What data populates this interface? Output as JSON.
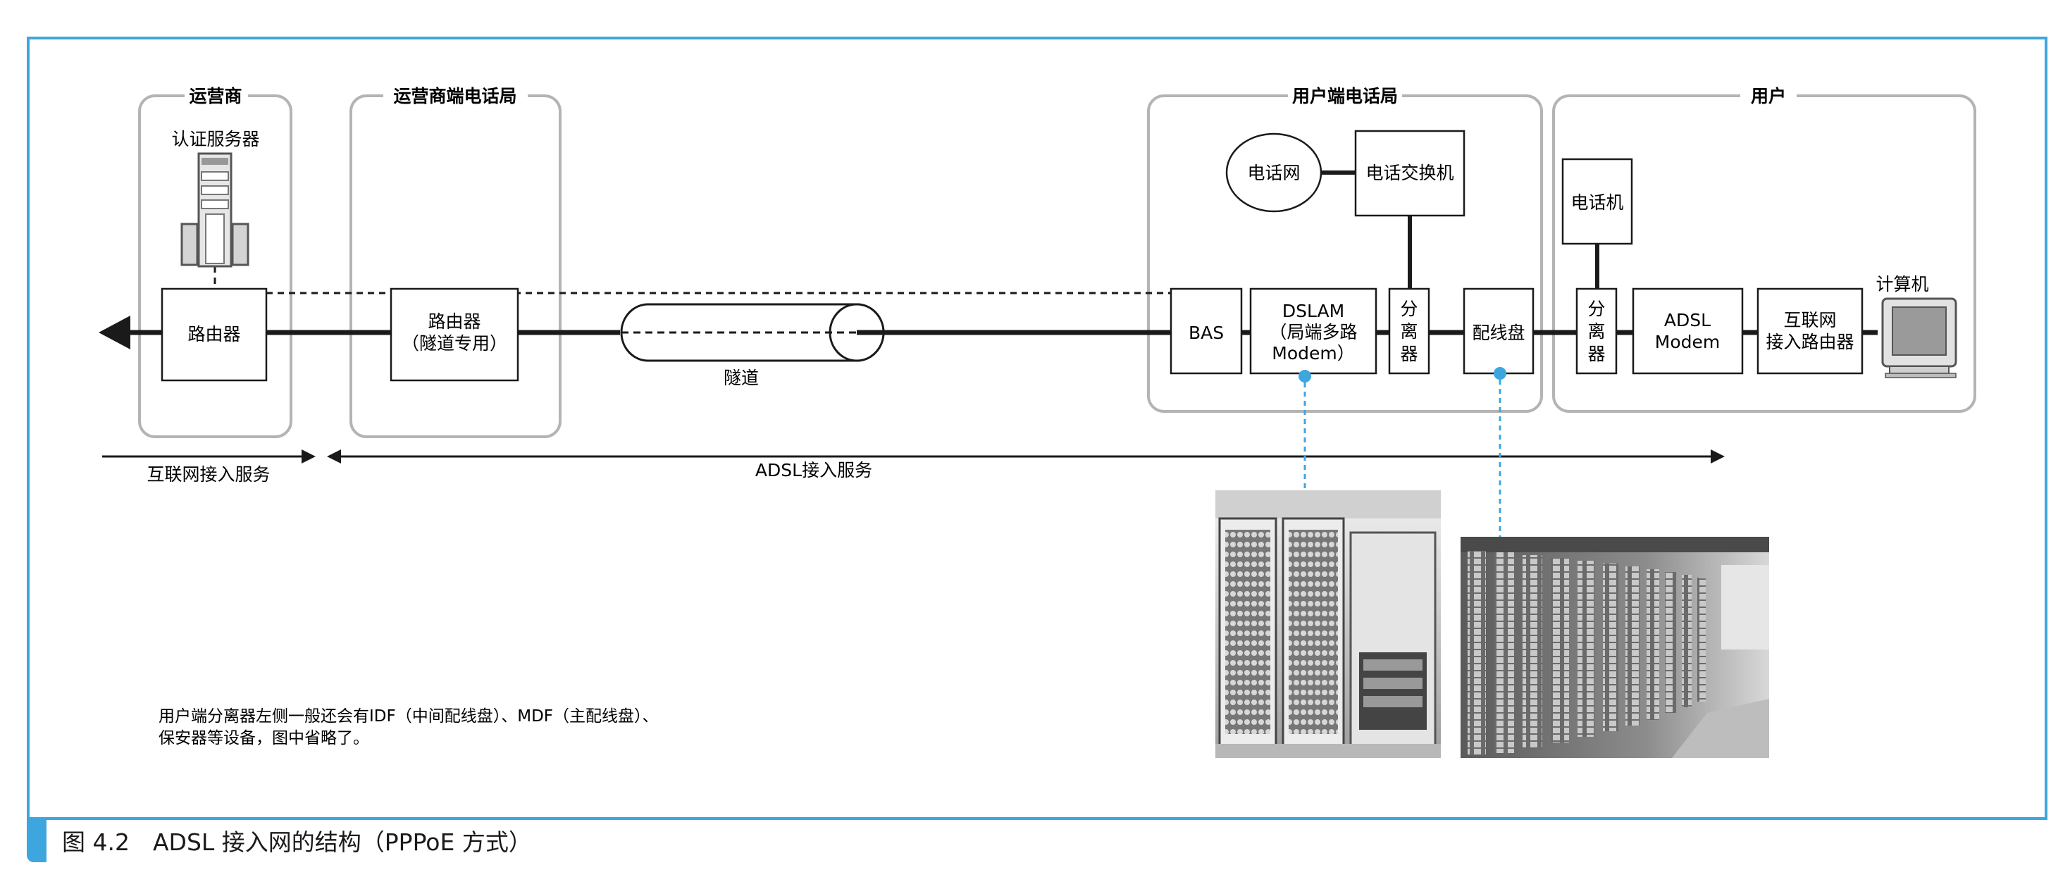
{
  "groups": {
    "carrier": "运营商",
    "carrier_office": "运营商端电话局",
    "user_office": "用户端电话局",
    "user": "用户"
  },
  "labels": {
    "auth_server": "认证服务器",
    "router": "路由器",
    "tunnel_router_line1": "路由器",
    "tunnel_router_line2": "（隧道专用）",
    "tunnel": "隧道",
    "phone_network": "电话网",
    "phone_switch": "电话交换机",
    "bas": "BAS",
    "dslam_line1": "DSLAM",
    "dslam_line2": "（局端多路",
    "dslam_line3": "Modem）",
    "splitter_c1": "分",
    "splitter_c2": "离",
    "splitter_c3": "器",
    "distribution_frame": "配线盘",
    "telephone": "电话机",
    "adsl_modem_line1": "ADSL",
    "adsl_modem_line2": "Modem",
    "internet_router_line1": "互联网",
    "internet_router_line2": "接入路由器",
    "computer": "计算机",
    "internet_service": "互联网接入服务",
    "adsl_service": "ADSL接入服务"
  },
  "note": {
    "line1": "用户端分离器左侧一般还会有IDF（中间配线盘）、MDF（主配线盘）、",
    "line2": "保安器等设备，图中省略了。"
  },
  "caption": "图 4.2　ADSL 接入网的结构（PPPoE 方式）",
  "colors": {
    "frame": "#3ea6df",
    "group_border": "#b4b4b4",
    "line": "#1a1a1a",
    "callout": "#3ea6df"
  }
}
